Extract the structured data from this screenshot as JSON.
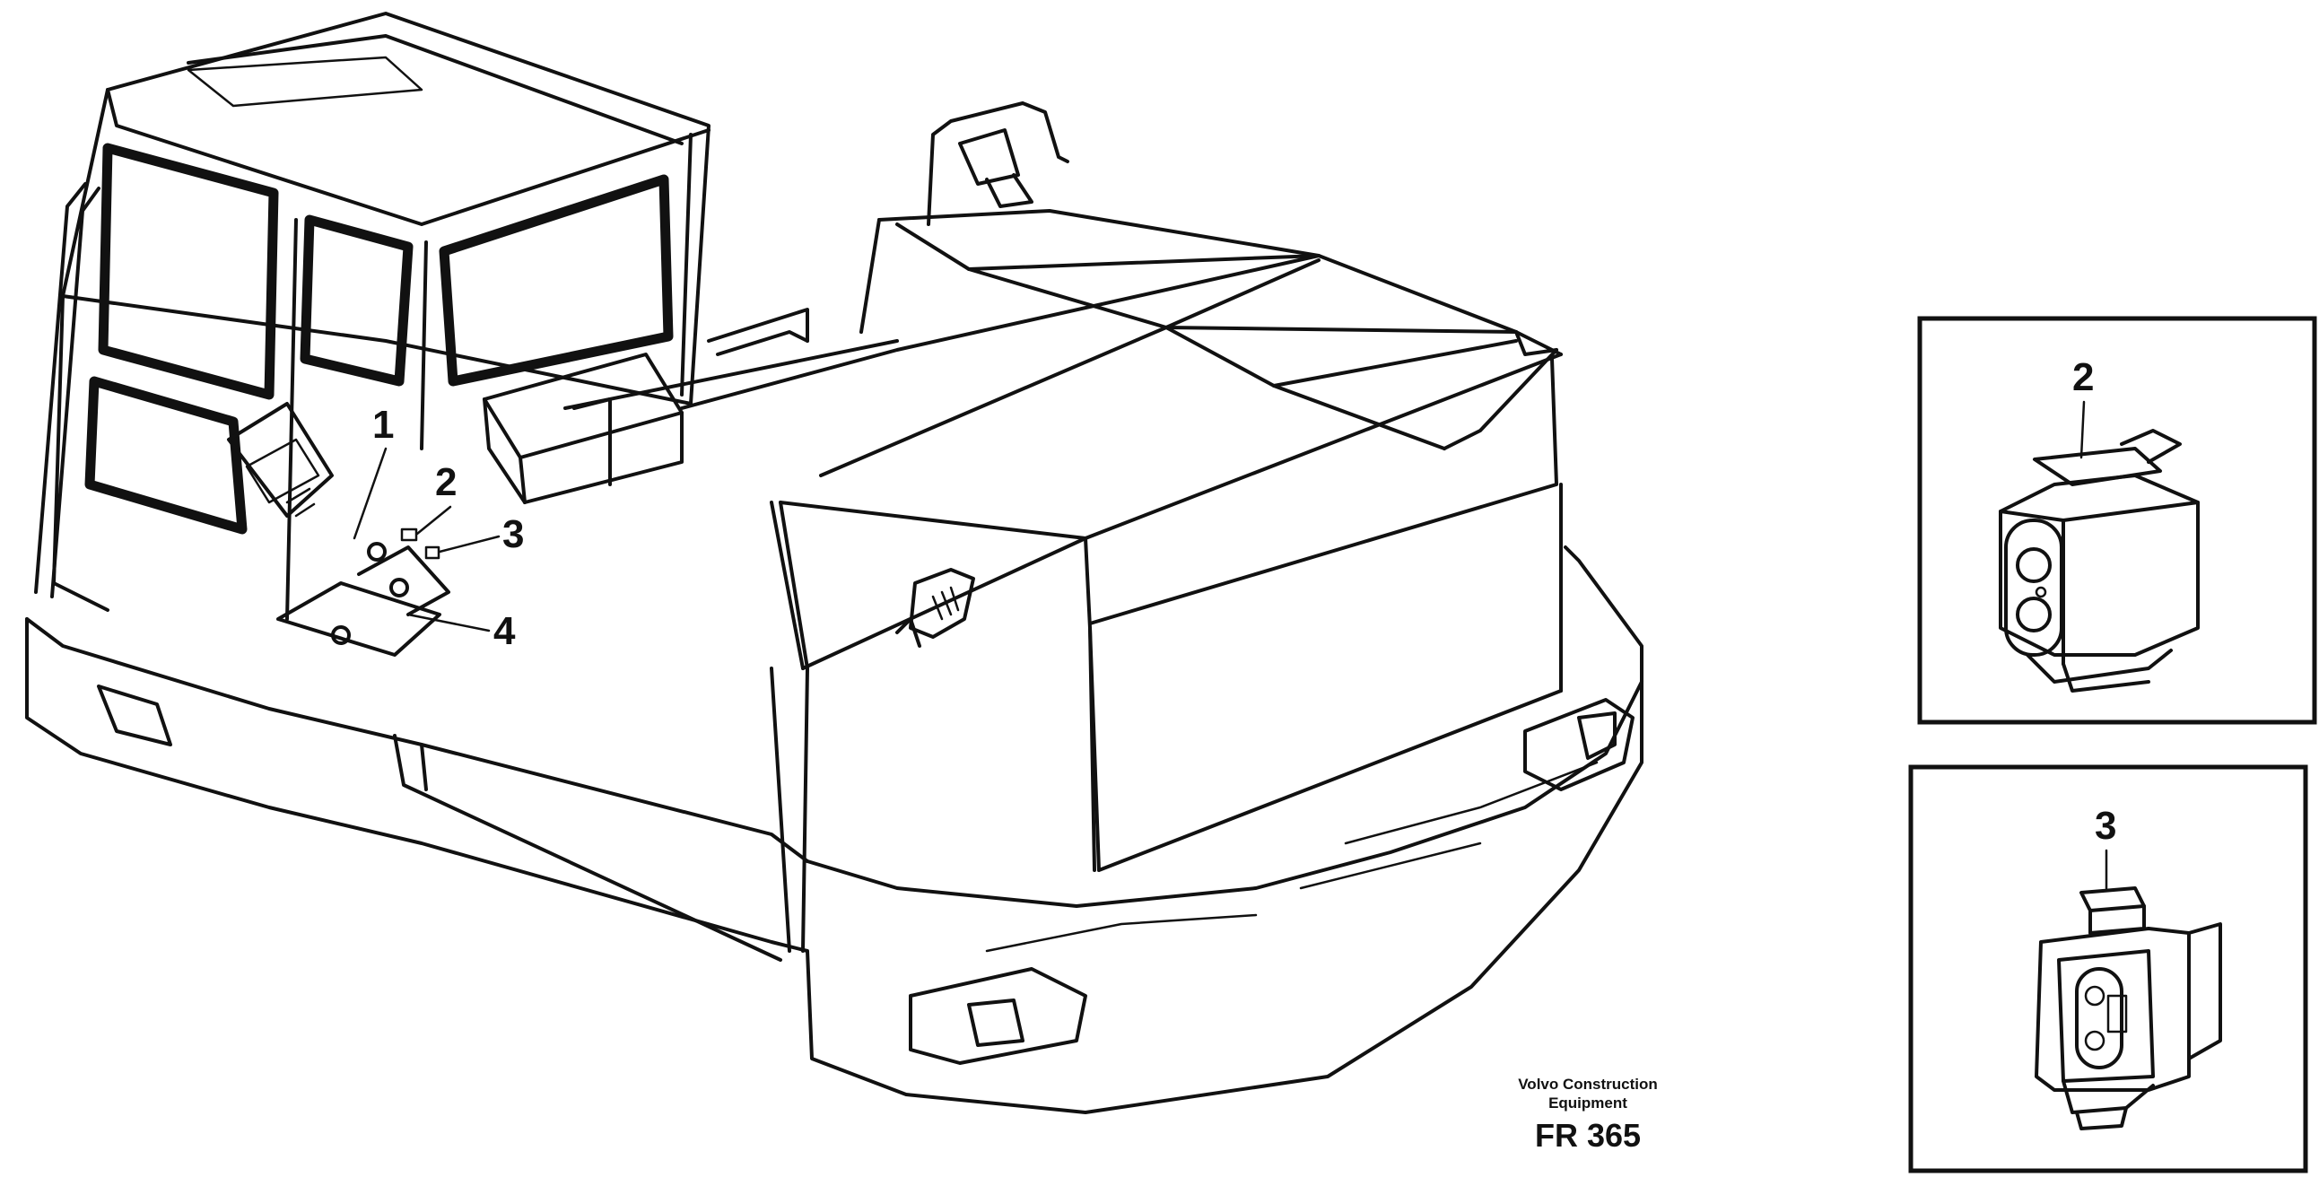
{
  "callouts": [
    "1",
    "2",
    "3",
    "4"
  ],
  "insets": [
    {
      "label": "2",
      "part": "connector-housing"
    },
    {
      "label": "3",
      "part": "connector-clip"
    }
  ],
  "brand": {
    "line1": "Volvo Construction",
    "line2": "Equipment"
  },
  "figure_code": "FR 365"
}
